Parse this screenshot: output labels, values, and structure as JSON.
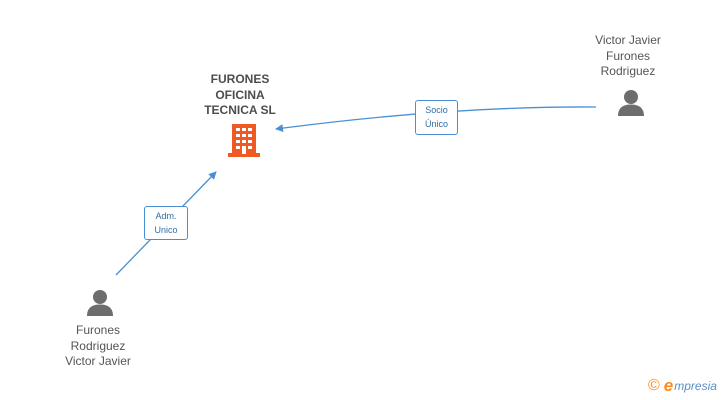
{
  "nodes": {
    "company": {
      "lines": [
        "FURONES",
        "OFICINA",
        "TECNICA SL"
      ],
      "icon": "building-icon",
      "color": "#ef5a24"
    },
    "person_top_right": {
      "lines": [
        "Victor Javier",
        "Furones",
        "Rodriguez"
      ],
      "icon": "person-icon",
      "color": "#6d6d6d"
    },
    "person_bottom_left": {
      "lines": [
        "Furones",
        "Rodriguez",
        "Victor Javier"
      ],
      "icon": "person-icon",
      "color": "#6d6d6d"
    }
  },
  "edges": {
    "socio_unico": {
      "lines": [
        "Socio",
        "Único"
      ],
      "from": "person_top_right",
      "to": "company"
    },
    "adm_unico": {
      "lines": [
        "Adm.",
        "Unico"
      ],
      "from": "person_bottom_left",
      "to": "company"
    }
  },
  "edge_color": "#4a8fd4",
  "footer": {
    "copyright_symbol": "©",
    "brand_initial": "e",
    "brand_rest": "mpresia"
  }
}
